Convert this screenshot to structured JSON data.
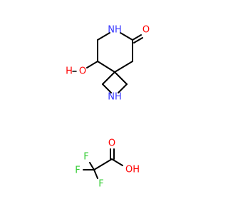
{
  "colors": {
    "bond": "#000000",
    "nitrogen": "#3333ff",
    "oxygen": "#ff0000",
    "fluorine": "#33cc33",
    "background": "#ffffff"
  },
  "molecule_1": {
    "atoms": {
      "n_lactam": "NH",
      "o_ketone": "O",
      "o_hydroxyl_prefix": "H",
      "o_hydroxyl": "O",
      "n_azetidine": "NH"
    }
  },
  "molecule_2": {
    "atoms": {
      "o_carbonyl": "O",
      "o_acid": "OH",
      "f_top": "F",
      "f_left": "F",
      "f_bottom": "F"
    }
  }
}
